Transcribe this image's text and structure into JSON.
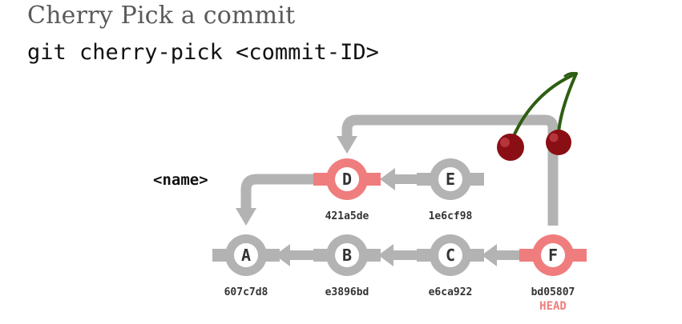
{
  "header": {
    "title": "Cherry Pick a commit",
    "command": "git cherry-pick <commit-ID>"
  },
  "branch_label": "<name>",
  "colors": {
    "connector": "#b3b3b3",
    "normal_node": "#b3b3b3",
    "highlight_node": "#f07d7d",
    "head_label": "#f07d7d",
    "cherry": "#8a0f14",
    "stem": "#2e5e12"
  },
  "commits": [
    {
      "id": "A",
      "letter": "A",
      "hash": "607c7d8",
      "highlighted": false
    },
    {
      "id": "B",
      "letter": "B",
      "hash": "e3896bd",
      "highlighted": false
    },
    {
      "id": "C",
      "letter": "C",
      "hash": "e6ca922",
      "highlighted": false
    },
    {
      "id": "F",
      "letter": "F",
      "hash": "bd05807",
      "highlighted": true,
      "ref": "HEAD"
    },
    {
      "id": "D",
      "letter": "D",
      "hash": "421a5de",
      "highlighted": true
    },
    {
      "id": "E",
      "letter": "E",
      "hash": "1e6cf98",
      "highlighted": false
    }
  ],
  "icons": [
    "cherry-icon"
  ]
}
